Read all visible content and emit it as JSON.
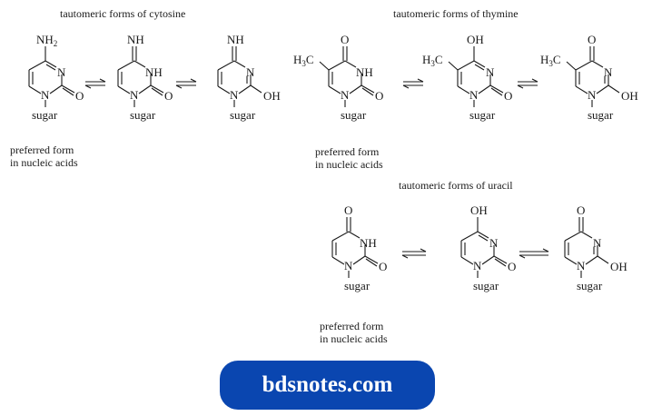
{
  "titles": {
    "cytosine": "tautomeric forms of cytosine",
    "thymine": "tautomeric forms of thymine",
    "uracil": "tautomeric forms of uracil"
  },
  "preferred_note": {
    "line1": "preferred form",
    "line2": "in nucleic acids"
  },
  "labels": {
    "nh2": "NH",
    "nh2_sub": "2",
    "nh": "NH",
    "n": "N",
    "o": "O",
    "oh": "OH",
    "h3c": "H",
    "h3c_sub": "3",
    "h3c_c": "C",
    "sugar": "sugar"
  },
  "groups": [
    {
      "name": "cytosine",
      "forms": [
        {
          "top": "NH2",
          "ring_right": "N",
          "bottom_right": "O",
          "preferred": true
        },
        {
          "top": "NH",
          "ring_right": "NH",
          "bottom_right": "O",
          "preferred": false
        },
        {
          "top": "NH",
          "ring_right": "N",
          "bottom_right": "OH",
          "preferred": false
        }
      ]
    },
    {
      "name": "thymine",
      "forms": [
        {
          "top": "O",
          "substituent": "H3C",
          "ring_right": "NH",
          "bottom_right": "O",
          "preferred": true
        },
        {
          "top": "OH",
          "substituent": "H3C",
          "ring_right": "N",
          "bottom_right": "O",
          "preferred": false
        },
        {
          "top": "O",
          "substituent": "H3C",
          "ring_right": "N",
          "bottom_right": "OH",
          "preferred": false
        }
      ]
    },
    {
      "name": "uracil",
      "forms": [
        {
          "top": "O",
          "ring_right": "NH",
          "bottom_right": "O",
          "preferred": true
        },
        {
          "top": "OH",
          "ring_right": "N",
          "bottom_right": "O",
          "preferred": false
        },
        {
          "top": "O",
          "ring_right": "N",
          "bottom_right": "OH",
          "preferred": false
        }
      ]
    }
  ],
  "brand": {
    "label": "bdsnotes.com",
    "color": "#0a46b0"
  }
}
